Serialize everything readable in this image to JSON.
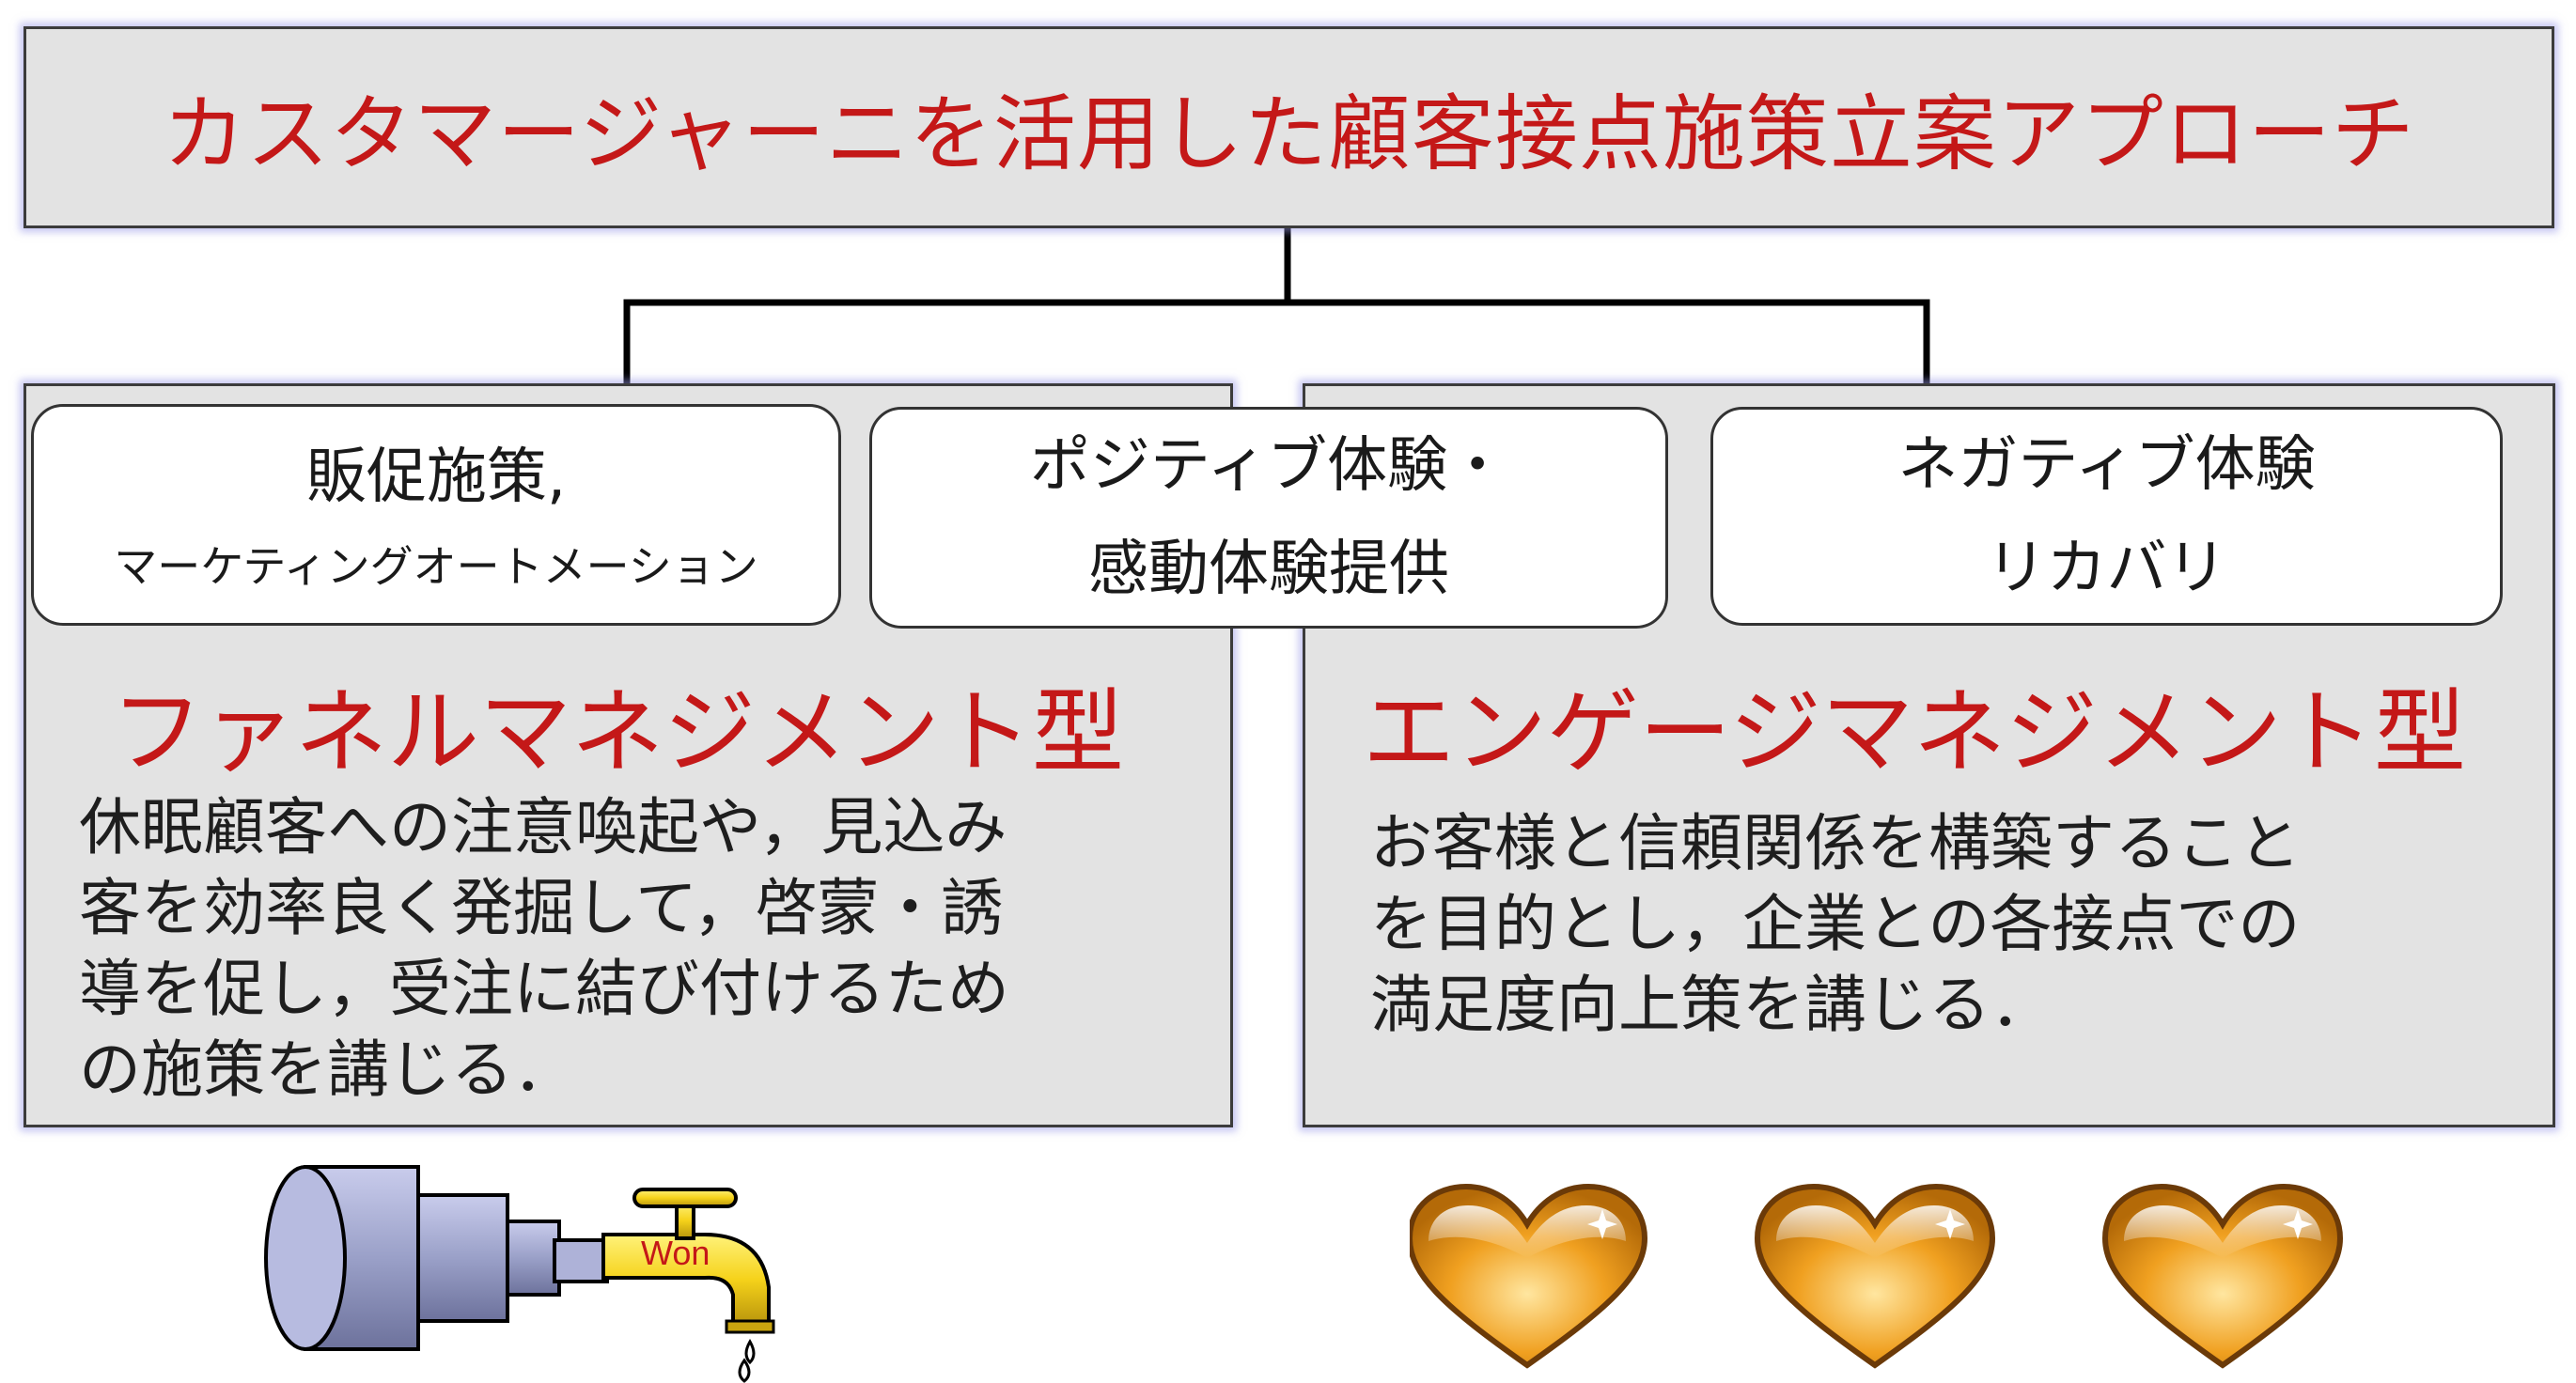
{
  "title": "カスタマージャーニを活用した顧客接点施策立案アプローチ",
  "boxes": {
    "sales_promo": {
      "line1": "販促施策,",
      "line2": "マーケティングオートメーション"
    },
    "positive": {
      "line1": "ポジティブ体験・",
      "line2": "感動体験提供"
    },
    "negative": {
      "line1": "ネガティブ体験",
      "line2": "リカバリ"
    }
  },
  "funnel": {
    "heading": "ファネルマネジメント型",
    "lines": [
      "休眠顧客への注意喚起や，見込み",
      "客を効率良く発掘して，啓蒙・誘",
      "導を促し，受注に結び付けるため",
      "の施策を講じる．"
    ]
  },
  "engagement": {
    "heading": "エンゲージマネジメント型",
    "lines": [
      "お客様と信頼関係を構築すること",
      "を目的とし，企業との各接点での",
      "満足度向上策を講じる．"
    ]
  },
  "faucet": {
    "label": "Won"
  },
  "icons": [
    "funnel-pipe-icon",
    "faucet-icon",
    "water-drop-icon",
    "heart-icon"
  ],
  "colors": {
    "accent_red": "#c41818",
    "panel_grey": "#e3e3e3",
    "glow": "#9696e6",
    "heart_gold": "#f0a020",
    "faucet_yellow": "#f5d21a",
    "pipe_slate": "#9aa0c8"
  }
}
